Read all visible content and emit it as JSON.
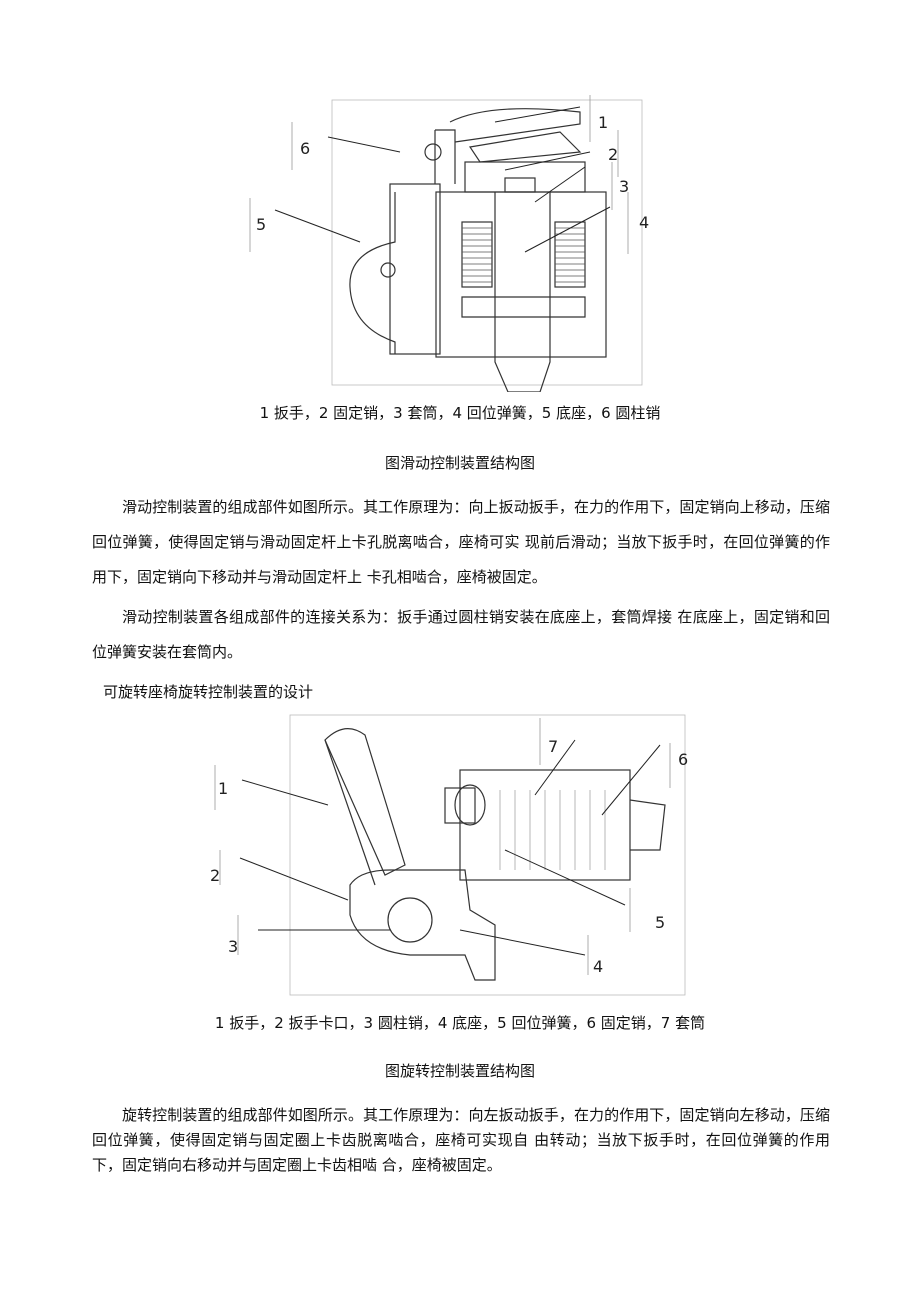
{
  "figure1": {
    "labels": [
      "1",
      "2",
      "3",
      "4",
      "5",
      "6"
    ],
    "legend": "1 扳手，2 固定销，3 套筒，4 回位弹簧，5 底座，6 圆柱销",
    "title": "图滑动控制装置结构图"
  },
  "paragraph1": "滑动控制装置的组成部件如图所示。其工作原理为：向上扳动扳手，在力的作用下，固定销向上移动，压缩回位弹簧，使得固定销与滑动固定杆上卡孔脱离啮合，座椅可实 现前后滑动；当放下扳手时，在回位弹簧的作用下，固定销向下移动并与滑动固定杆上 卡孔相啮合，座椅被固定。",
  "paragraph2": "滑动控制装置各组成部件的连接关系为：扳手通过圆柱销安装在底座上，套筒焊接 在底座上，固定销和回位弹簧安装在套筒内。",
  "section_heading": "可旋转座椅旋转控制装置的设计",
  "figure2": {
    "labels": [
      "1",
      "2",
      "3",
      "4",
      "5",
      "6",
      "7"
    ],
    "legend": "1 扳手，2 扳手卡口，3 圆柱销，4 底座，5 回位弹簧，6 固定销，7 套筒",
    "title": "图旋转控制装置结构图"
  },
  "paragraph3": "旋转控制装置的组成部件如图所示。其工作原理为：向左扳动扳手，在力的作用下，固定销向左移动，压缩回位弹簧，使得固定销与固定圈上卡齿脱离啮合，座椅可实现自 由转动；当放下扳手时，在回位弹簧的作用下，固定销向右移动并与固定圈上卡齿相啮 合，座椅被固定。"
}
